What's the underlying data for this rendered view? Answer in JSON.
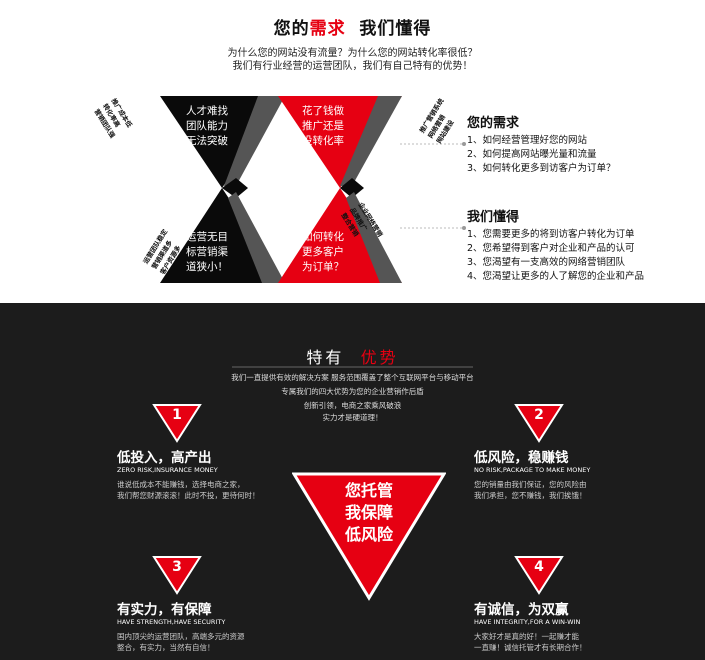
{
  "header": {
    "title_pre": "您的",
    "title_red": "需求",
    "title_post": "我们懂得",
    "subtitle_1": "为什么您的网站没有流量？为什么您的网站转化率很低？",
    "subtitle_2": "我们有行业经营的运营团队，我们有自己特有的优势！"
  },
  "hourglass": {
    "tl": [
      "人才难找",
      "团队能力",
      "无法突破"
    ],
    "tr": [
      "花了钱做",
      "推广还是",
      "没转化率"
    ],
    "bl": [
      "运营无目",
      "标营销渠",
      "道狭小！"
    ],
    "br": [
      "如何转化",
      "更多客户",
      "为订单？"
    ],
    "side_left_top": [
      "推广成本低",
      "转化率高",
      "营销团队强"
    ],
    "side_right_top": [
      "推广营销系统",
      "网络营销",
      "网站建设"
    ],
    "side_left_bottom": [
      "运营团队稳定",
      "营销渠道多",
      "客户资源多"
    ],
    "side_right_bottom": [
      "企业网络营销",
      "品牌推广",
      "整合营销"
    ]
  },
  "needs": {
    "heading": "您的需求",
    "items": [
      "1、如何经营管理好您的网站",
      "2、如何提高网站曝光量和流量",
      "3、如何转化更多到访客户为订单？"
    ]
  },
  "understand": {
    "heading": "我们懂得",
    "items": [
      "1、您需要更多的将到访客户转化为订单",
      "2、您希望得到客户对企业和产品的认可",
      "3、您渴望有一支高效的网络营销团队",
      "4、您渴望让更多的人了解您的企业和产品"
    ]
  },
  "advantage": {
    "title_pre": "特有",
    "title_red": "优势",
    "line_1": "我们一直提供有效的解决方案 服务范围覆盖了整个互联网平台与移动平台",
    "line_2": "专属我们的四大优势为您的企业营销作后盾",
    "line_3": "创新引领，电商之家乘风破浪",
    "line_4": "实力才是硬道理！",
    "center": [
      "您托管",
      "我保障",
      "低风险"
    ]
  },
  "features": [
    {
      "num": "1",
      "heading": "低投入，高产出",
      "en": "ZERO RISK,INSURANCE MONEY",
      "desc": [
        "谁说低成本不能赚钱，选择电商之家，",
        "我们帮您财源滚滚！此时不投，更待何时！"
      ]
    },
    {
      "num": "2",
      "heading": "低风险，稳赚钱",
      "en": "NO RISK,PACKAGE TO MAKE MONEY",
      "desc": [
        "您的销量由我们保证，您的风险由",
        "我们承担，您不赚钱，我们挨饿！"
      ]
    },
    {
      "num": "3",
      "heading": "有实力，有保障",
      "en": "HAVE STRENGTH,HAVE SECURITY",
      "desc": [
        "国内顶尖的运营团队，高端多元的资源",
        "整合，有实力，当然有自信！"
      ]
    },
    {
      "num": "4",
      "heading": "有诚信，为双赢",
      "en": "HAVE INTEGRITY,FOR A WIN-WIN",
      "desc": [
        "大家好才是真的好！一起赚才能",
        "一直赚！诚信托管才有长期合作！"
      ]
    }
  ],
  "colors": {
    "accent": "#e60012",
    "dark_bg": "#1c1c1c",
    "black": "#0a0a0a",
    "grey": "#555555"
  }
}
